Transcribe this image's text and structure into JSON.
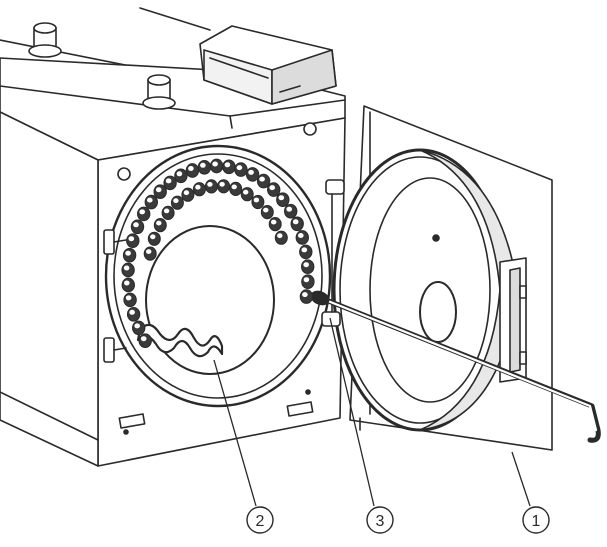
{
  "diagram": {
    "callouts": [
      {
        "id": "door",
        "label": "1"
      },
      {
        "id": "heat-exchanger",
        "label": "2"
      },
      {
        "id": "cleaning-rod",
        "label": "3"
      }
    ],
    "colors": {
      "stroke": "#2a2a2a",
      "panel": "#ffffff",
      "shade": "#e8e8e8",
      "darkshade": "#bdbdbd"
    },
    "tube_holes": {
      "count_outer": 30,
      "count_inner": 15
    }
  }
}
